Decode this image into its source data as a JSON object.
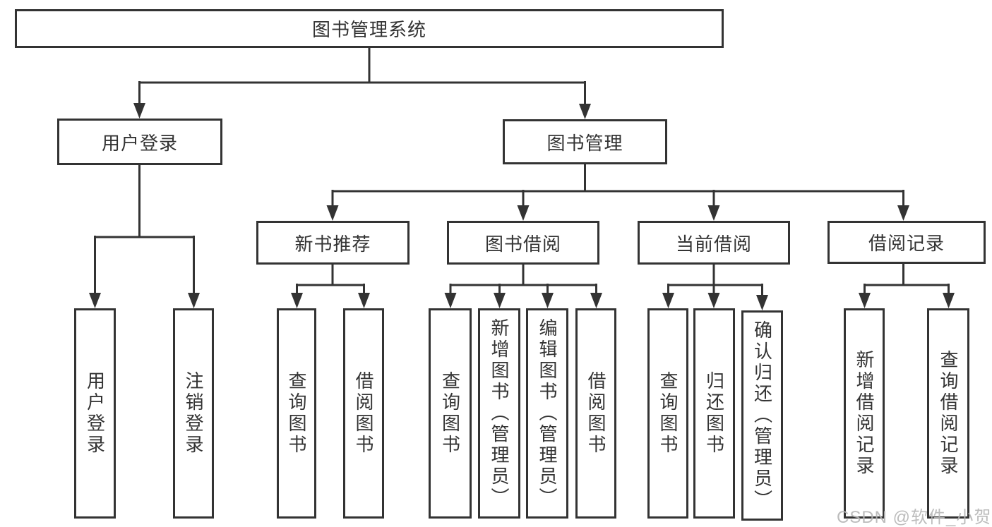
{
  "nodes": {
    "root": "图书管理系统",
    "user_login": "用户登录",
    "book_mgmt": "图书管理",
    "new_book_rec": "新书推荐",
    "book_borrow": "图书借阅",
    "current_borrow": "当前借阅",
    "borrow_records": "借阅记录",
    "ul_login": "用户登录",
    "ul_logout": "注销登录",
    "nbr_query": "查询图书",
    "nbr_borrow": "借阅图书",
    "bb_query": "查询图书",
    "bb_add": "新增图书（管理员）",
    "bb_edit": "编辑图书（管理员）",
    "bb_borrow": "借阅图书",
    "cb_query": "查询图书",
    "cb_return": "归还图书",
    "cb_confirm": "确认归还（管理员）",
    "br_add": "新增借阅记录",
    "br_query": "查询借阅记录"
  },
  "watermark": "CSDN @软件_小贺同学",
  "colors": {
    "line": "#333333",
    "text": "#333333",
    "background": "#ffffff",
    "watermark": "#b5b5b5"
  }
}
